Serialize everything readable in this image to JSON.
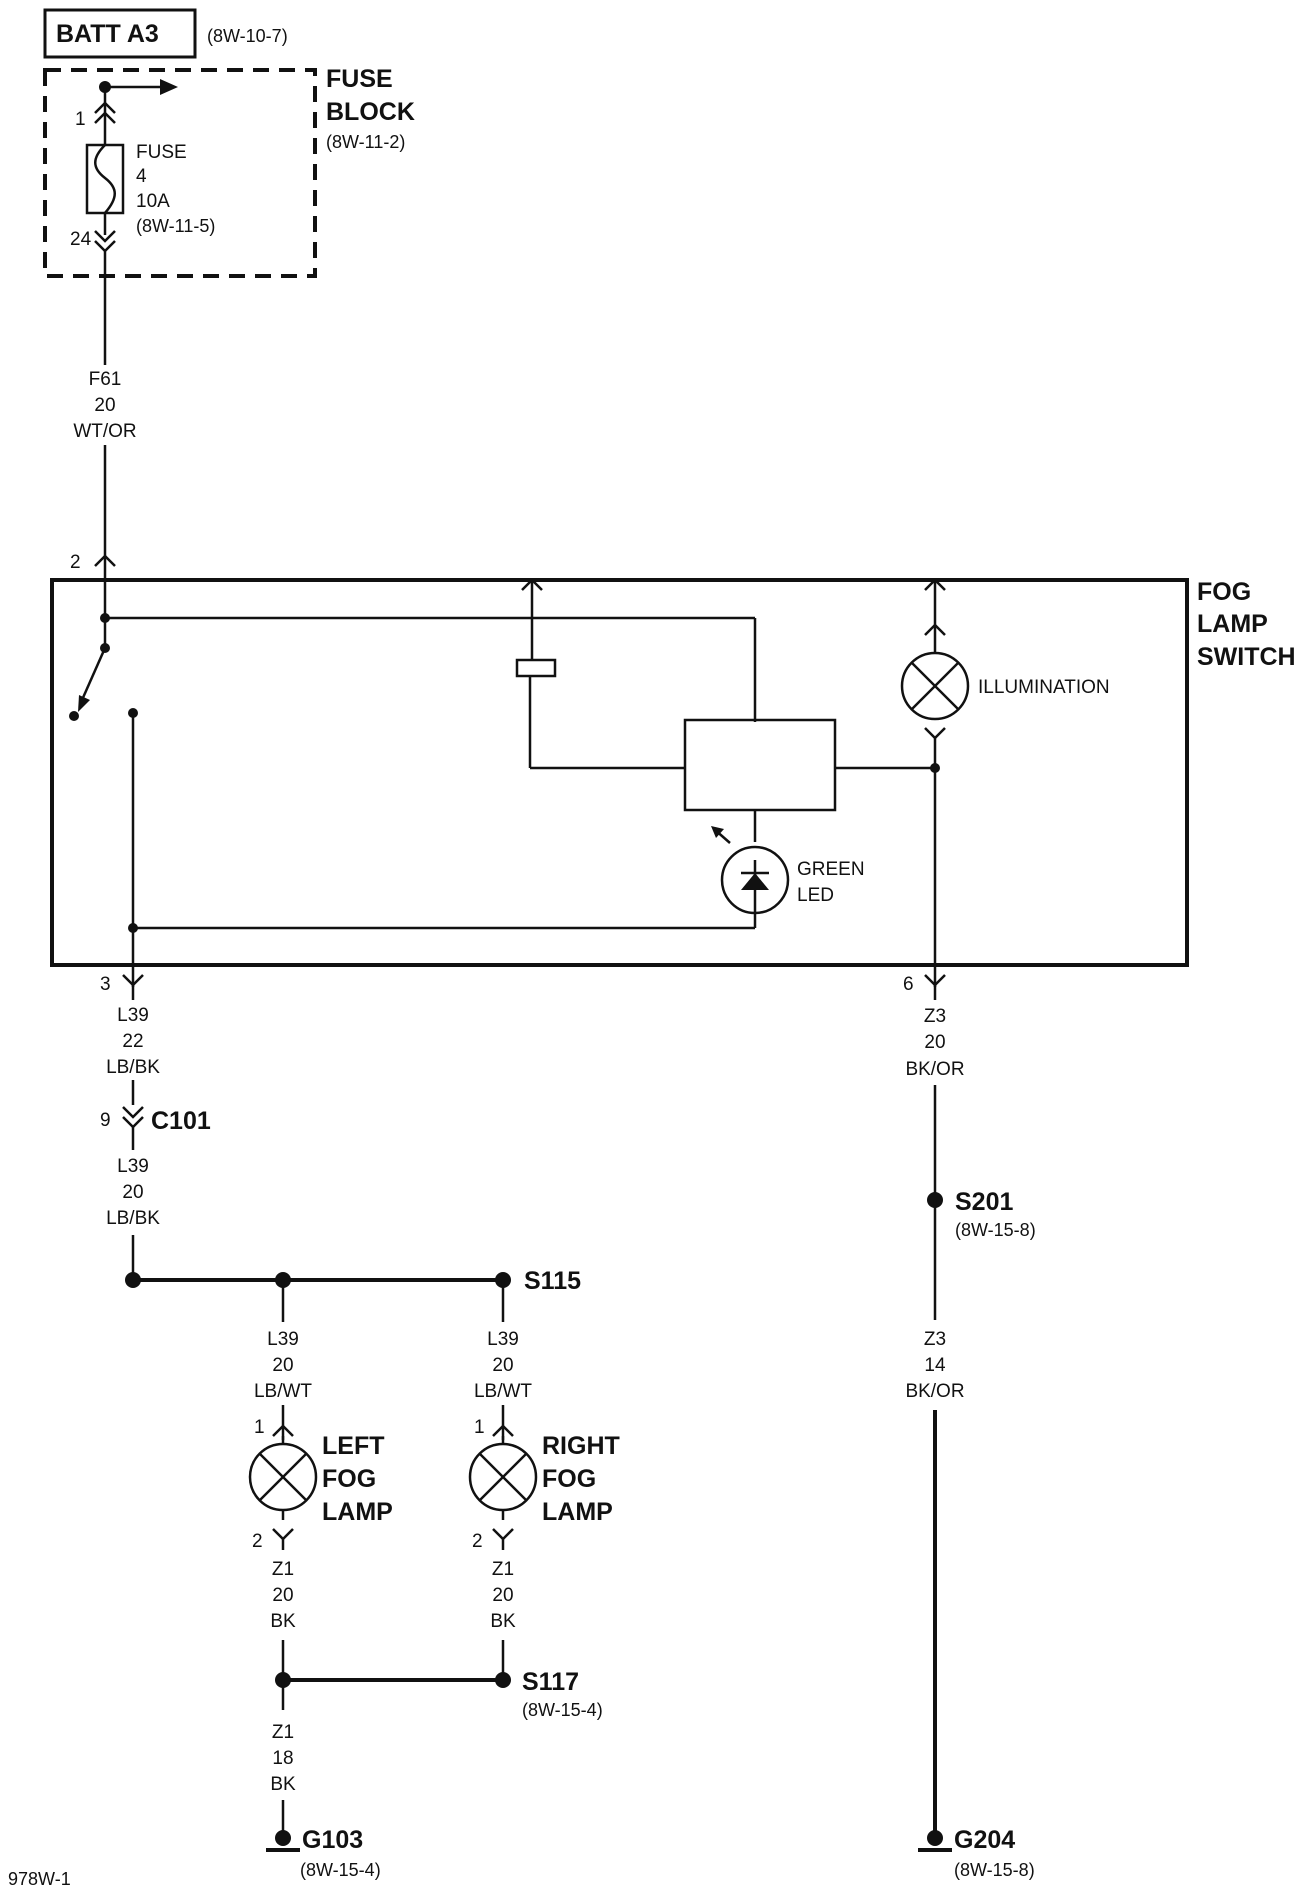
{
  "batt": {
    "label": "BATT A3",
    "ref": "(8W-10-7)"
  },
  "fuse_block": {
    "line1": "FUSE",
    "line2": "BLOCK",
    "ref": "(8W-11-2)",
    "pin_in": "1",
    "pin_out": "24"
  },
  "fuse": {
    "line1": "FUSE",
    "line2": "4",
    "line3": "10A",
    "ref": "(8W-11-5)"
  },
  "wire_f61": {
    "circuit": "F61",
    "gauge": "20",
    "color": "WT/OR"
  },
  "switch": {
    "line1": "FOG",
    "line2": "LAMP",
    "line3": "SWITCH",
    "pin_in": "2",
    "pin_out_left": "3",
    "pin_out_right": "6",
    "illumination": "ILLUMINATION",
    "led_line1": "GREEN",
    "led_line2": "LED"
  },
  "wire_l39_a": {
    "circuit": "L39",
    "gauge": "22",
    "color": "LB/BK"
  },
  "c101": {
    "label": "C101",
    "pin": "9"
  },
  "wire_l39_b": {
    "circuit": "L39",
    "gauge": "20",
    "color": "LB/BK"
  },
  "s115": {
    "label": "S115"
  },
  "wire_l39_left": {
    "circuit": "L39",
    "gauge": "20",
    "color": "LB/WT"
  },
  "wire_l39_right": {
    "circuit": "L39",
    "gauge": "20",
    "color": "LB/WT"
  },
  "left_lamp": {
    "line1": "LEFT",
    "line2": "FOG",
    "line3": "LAMP",
    "pin_in": "1",
    "pin_out": "2"
  },
  "right_lamp": {
    "line1": "RIGHT",
    "line2": "FOG",
    "line3": "LAMP",
    "pin_in": "1",
    "pin_out": "2"
  },
  "wire_z1_left": {
    "circuit": "Z1",
    "gauge": "20",
    "color": "BK"
  },
  "wire_z1_right": {
    "circuit": "Z1",
    "gauge": "20",
    "color": "BK"
  },
  "s117": {
    "label": "S117",
    "ref": "(8W-15-4)"
  },
  "wire_z1_ground": {
    "circuit": "Z1",
    "gauge": "18",
    "color": "BK"
  },
  "g103": {
    "label": "G103",
    "ref": "(8W-15-4)"
  },
  "wire_z3_a": {
    "circuit": "Z3",
    "gauge": "20",
    "color": "BK/OR"
  },
  "s201": {
    "label": "S201",
    "ref": "(8W-15-8)"
  },
  "wire_z3_b": {
    "circuit": "Z3",
    "gauge": "14",
    "color": "BK/OR"
  },
  "g204": {
    "label": "G204",
    "ref": "(8W-15-8)"
  },
  "figure_id": "978W-1"
}
